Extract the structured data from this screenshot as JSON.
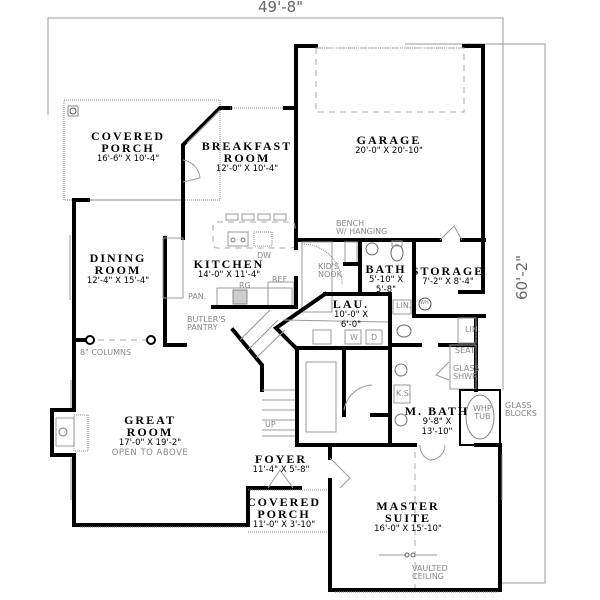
{
  "plan": {
    "overall_width": "49'-8\"",
    "overall_depth": "60'-2\""
  },
  "rooms": {
    "covered_porch_rear": {
      "name_1": "COVERED",
      "name_2": "PORCH",
      "size": "16'-6\" X 10'-4\""
    },
    "breakfast_room": {
      "name_1": "BREAKFAST",
      "name_2": "ROOM",
      "size": "12'-0\" X 10'-4\""
    },
    "garage": {
      "name": "GARAGE",
      "size": "20'-0\" X 20'-10\""
    },
    "dining_room": {
      "name_1": "DINING",
      "name_2": "ROOM",
      "size": "12'-4\" X 15'-4\""
    },
    "kitchen": {
      "name": "KITCHEN",
      "size": "14'-0\" X 11'-4\""
    },
    "bath": {
      "name": "BATH",
      "size_1": "5'-10\" X",
      "size_2": "5'-8\""
    },
    "storage": {
      "name": "STORAGE",
      "size": "7'-2\" X 8'-4\""
    },
    "laundry": {
      "name": "LAU.",
      "size_1": "10'-0\" X",
      "size_2": "6'-0\""
    },
    "master_bath": {
      "name": "M. BATH",
      "size_1": "9'-8\" X",
      "size_2": "13'-10\""
    },
    "great_room": {
      "name_1": "GREAT",
      "name_2": "ROOM",
      "size": "17'-0\" X 19'-2\"",
      "note": "OPEN TO ABOVE"
    },
    "foyer": {
      "name": "FOYER",
      "size": "11'-4\" X 5'-8\""
    },
    "covered_porch_front": {
      "name_1": "COVERED",
      "name_2": "PORCH",
      "size": "11'-0\" X 3'-10\""
    },
    "master_suite": {
      "name_1": "MASTER",
      "name_2": "SUITE",
      "size": "16'-0\" X 15'-10\""
    }
  },
  "annotations": {
    "bench_1": "BENCH",
    "bench_2": "W/ HANGING",
    "kids_nook_1": "KID'S",
    "kids_nook_2": "NOOK",
    "dw": "DW",
    "ref": "REF",
    "rg": "RG",
    "pan": "PAN.",
    "butlers_1": "BUTLER'S",
    "butlers_2": "PANTRY",
    "columns": "8\" COLUMNS",
    "lin_1": "LIN.",
    "lin_2": "LIN.",
    "seat": "SEAT",
    "glass_shwr_1": "GLASS",
    "glass_shwr_2": "SHWR",
    "ks": "K.S.",
    "whp_1": "WHP",
    "whp_2": "TUB",
    "glass_blocks_1": "GLASS",
    "glass_blocks_2": "BLOCKS",
    "washer": "W",
    "dryer": "D",
    "wh": "WH",
    "up": "UP",
    "vaulted_1": "VAULTED",
    "vaulted_2": "CEILING"
  }
}
